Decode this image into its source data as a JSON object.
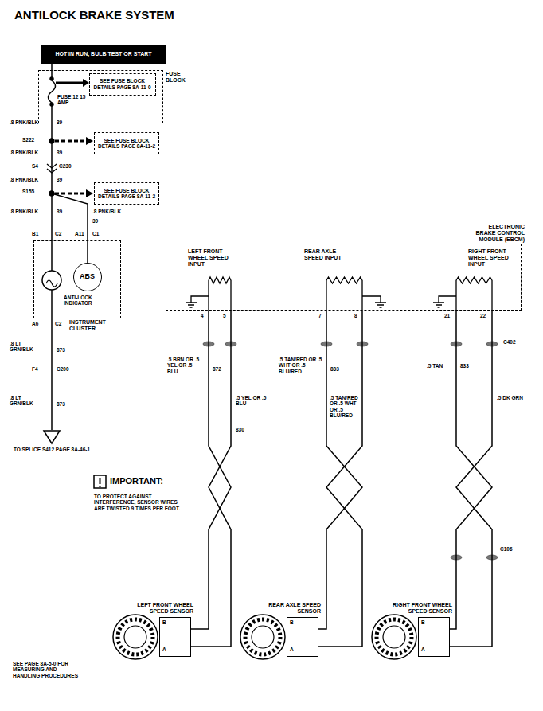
{
  "diagram": {
    "title": "ANTILOCK BRAKE SYSTEM",
    "nodes": [
      {
        "text": [
          "HOT IN RUN, BULB TEST OR START"
        ]
      },
      {
        "text": [
          "FUSE BLOCK"
        ]
      },
      {
        "text": [
          "SEE FUSE BLOCK DETAILS PAGE 8A-11-0"
        ],
        "in": 1
      },
      {
        "text": [
          "SEE FUSE BLOCK DETAILS PAGE 8A-11-2"
        ]
      },
      {
        "text": [
          "SEE FUSE BLOCK DETAILS PAGE 8A-11-2"
        ]
      },
      {
        "text": [
          "INSTRUMENT CLUSTER"
        ]
      },
      {
        "text": [
          "ABS"
        ],
        "in": 5
      },
      {
        "text": [
          "TO SPLICE S412 PAGE 8A-46-1"
        ]
      },
      {
        "text": [
          "ELECTRONIC BRAKE CONTROL MODULE (EBCM)"
        ]
      },
      {
        "text": [
          "LEFT FRONT WHEEL SPEED SENSOR"
        ]
      },
      {
        "text": [
          "REAR AXLE SPEED SENSOR"
        ]
      },
      {
        "text": [
          "RIGHT FRONT WHEEL SPEED SENSOR"
        ]
      }
    ],
    "edges": [
      {
        "from": 0,
        "to": 1,
        "arrow": "none"
      },
      {
        "from": 1,
        "to": 5,
        "arrow": "none"
      },
      {
        "from": 5,
        "to": 7,
        "arrow": "none"
      },
      {
        "from": 8,
        "to": 9,
        "arrow": "none"
      },
      {
        "from": 8,
        "to": 9,
        "arrow": "none"
      },
      {
        "from": 8,
        "to": 10,
        "arrow": "none"
      },
      {
        "from": 8,
        "to": 10,
        "arrow": "none"
      },
      {
        "from": 8,
        "to": 11,
        "arrow": "none"
      },
      {
        "from": 8,
        "to": 11,
        "arrow": "none"
      }
    ],
    "labels": [
      "FUSE 12 15 AMP",
      ".8 PNK/BLK",
      "39",
      "S222",
      ".8 PNK/BLK",
      "39",
      "S4",
      "C230",
      ".8 PNK/BLK",
      "39",
      "S155",
      ".8 PNK/BLK",
      "39",
      ".8 PNK/BLK",
      "39",
      "B1",
      "C2",
      "A11",
      "C1",
      "ANTI-LOCK INDICATOR",
      "A6",
      "C2",
      ".8 LT GRN/BLK",
      "873",
      "F4",
      "C200",
      ".8 LT GRN/BLK",
      "873",
      "LEFT FRONT WHEEL SPEED INPUT",
      "REAR AXLE SPEED INPUT",
      "RIGHT FRONT WHEEL SPEED INPUT",
      "4",
      "5",
      "7",
      "8",
      "21",
      "22",
      "C402",
      ".5 BRN OR .5 YEL OR .5 BLU",
      "872",
      ".5 YEL OR .5 BLU",
      "830",
      ".5 TAN/RED OR .5 WHT OR .5 BLU/RED",
      "833",
      ".5 TAN/RED OR .5 WHT OR .5 BLU/RED",
      ".5 TAN",
      "833",
      ".5 DK GRN",
      "C106",
      "B",
      "A",
      "B",
      "A",
      "B",
      "A",
      "SEE PAGE 8A-5-0 FOR MEASURING AND HANDLING PROCEDURES",
      "IMPORTANT:",
      "TO PROTECT AGAINST INTERFERENCE, SENSOR WIRES ARE TWISTED 9 TIMES PER FOOT."
    ]
  }
}
